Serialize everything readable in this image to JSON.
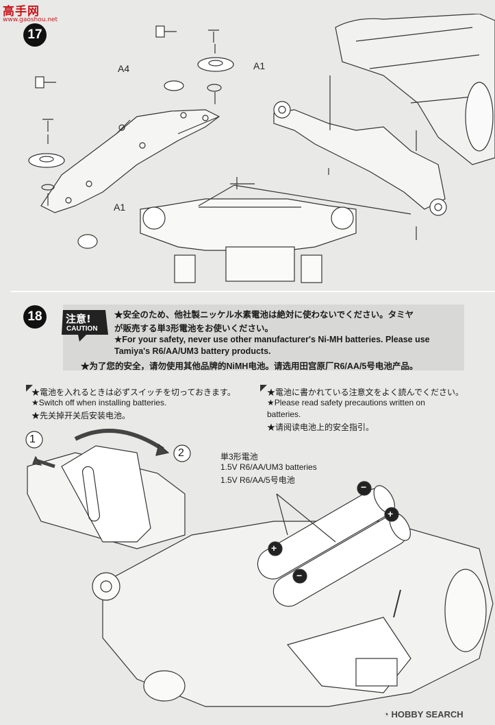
{
  "watermark": {
    "text": "高手网",
    "url": "www.gaoshou.net"
  },
  "steps": {
    "step17": {
      "number": "17",
      "labels": {
        "a4": "A4",
        "a1_top": "A1",
        "a1_bottom": "A1"
      }
    },
    "step18": {
      "number": "18",
      "caution_badge": {
        "ja": "注意!",
        "en": "CAUTION"
      },
      "caution_lines": [
        "★安全のため、他社製ニッケル水素電池は絶対に使わないでください。タミヤ",
        "が販売する単3形電池をお使いください。",
        "★For your safety, never use other manufacturer's Ni-MH batteries. Please use",
        "Tamiya's R6/AA/UM3 battery products.",
        "★为了您的安全，请勿使用其他品牌的NiMH电池。请选用田宫原厂R6/AA/5号电池产品。"
      ],
      "note_left": [
        "★電池を入れるときは必ずスイッチを切っておきます。",
        "★Switch off when installing batteries.",
        "★先关掉开关后安装电池。"
      ],
      "note_right": [
        "★電池に書かれている注意文をよく読んでください。",
        "★Please read safety precautions written on",
        "batteries.",
        "★请阅读电池上的安全指引。"
      ],
      "switch_steps": [
        "1",
        "2"
      ],
      "battery_label": [
        "単3形電池",
        "1.5V R6/AA/UM3 batteries",
        "1.5V R6/AA/5号电池"
      ],
      "battery_signs": {
        "plus": "+",
        "minus": "−"
      }
    }
  },
  "footer": {
    "brand": "HOBBY SEARCH"
  }
}
